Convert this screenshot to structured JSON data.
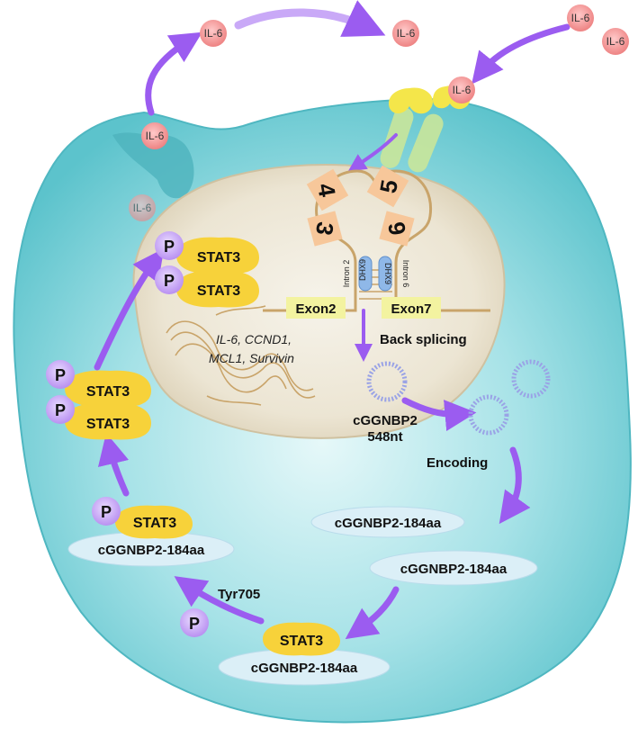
{
  "il6": "IL-6",
  "stat3": "STAT3",
  "phospho": "P",
  "peptide": "cGGNBP2-184aa",
  "exons": {
    "exon2": "Exon2",
    "exon7": "Exon7",
    "e3": "3",
    "e4": "4",
    "e5": "5",
    "e6": "6"
  },
  "introns": {
    "intron2": "Intron 2",
    "intron6": "Intron 6"
  },
  "dhx9": "DHX9",
  "genes": {
    "line1": "IL-6, CCND1,",
    "line2": "MCL1, Survivin"
  },
  "back_splicing": "Back splicing",
  "circrna": {
    "name": "cGGNBP2",
    "length": "548nt"
  },
  "encoding": "Encoding",
  "tyr705": "Tyr705",
  "colors": {
    "cell": "#6fcfd6",
    "nucleus": "#e7e0cf",
    "arrow": "#9b5cf0",
    "stat3": "#f7d23a",
    "phospho": "#c7a3f5",
    "il6": "#f28c8c",
    "pill": "#dbeff7",
    "circ": "#9aa3e6"
  }
}
